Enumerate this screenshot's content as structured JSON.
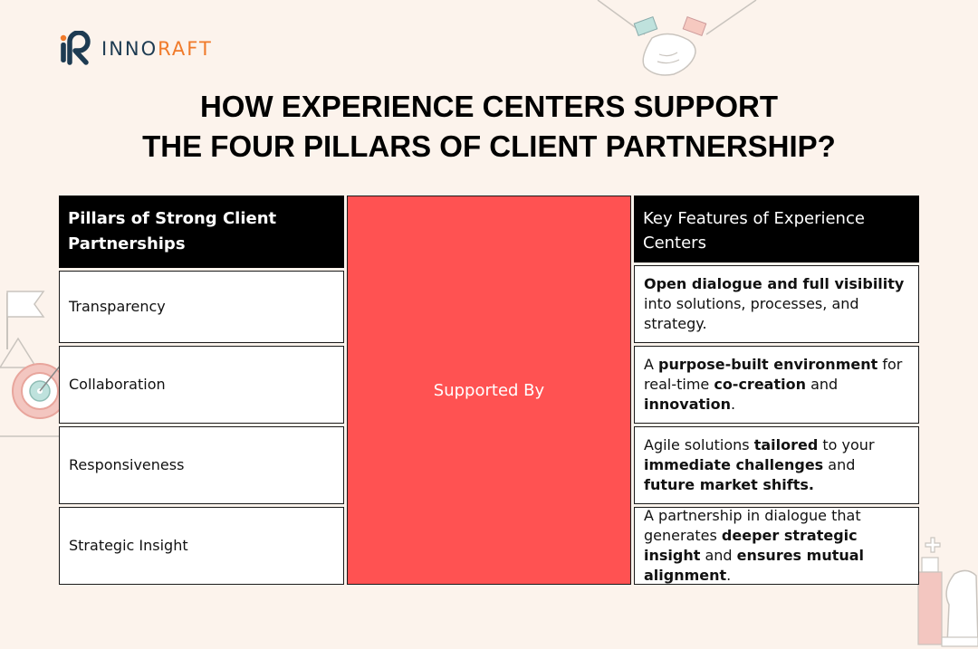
{
  "brand": {
    "name_part1": "INNO",
    "name_part2": "RAFT"
  },
  "title": {
    "line1": "HOW EXPERIENCE CENTERS SUPPORT",
    "line2": "THE FOUR PILLARS OF CLIENT PARTNERSHIP?"
  },
  "left": {
    "header": "Pillars of Strong Client Partnerships",
    "items": [
      "Transparency",
      "Collaboration",
      "Responsiveness",
      "Strategic Insight"
    ]
  },
  "middle": {
    "label": "Supported By"
  },
  "right": {
    "header": "Key Features of Experience Centers",
    "items": [
      [
        {
          "t": "Open dialogue and full visibility",
          "b": true
        },
        {
          "t": " into solutions, processes, and strategy.",
          "b": false
        }
      ],
      [
        {
          "t": "A ",
          "b": false
        },
        {
          "t": "purpose-built environment",
          "b": true
        },
        {
          "t": " for real-time ",
          "b": false
        },
        {
          "t": "co-creation",
          "b": true
        },
        {
          "t": " and ",
          "b": false
        },
        {
          "t": "innovation",
          "b": true
        },
        {
          "t": ".",
          "b": false
        }
      ],
      [
        {
          "t": "Agile solutions ",
          "b": false
        },
        {
          "t": "tailored",
          "b": true
        },
        {
          "t": " to your ",
          "b": false
        },
        {
          "t": "immediate challenges",
          "b": true
        },
        {
          "t": " and ",
          "b": false
        },
        {
          "t": "future market shifts.",
          "b": true
        }
      ],
      [
        {
          "t": "A partnership in dialogue that generates ",
          "b": false
        },
        {
          "t": "deeper strategic insight",
          "b": true
        },
        {
          "t": " and ",
          "b": false
        },
        {
          "t": "ensures mutual alignment",
          "b": true
        },
        {
          "t": ".",
          "b": false
        }
      ]
    ]
  },
  "colors": {
    "background": "#fcf3ec",
    "accent_red": "#ff5252",
    "header_black": "#000000",
    "brand_orange": "#f07a2a",
    "brand_navy": "#1d3b52"
  }
}
